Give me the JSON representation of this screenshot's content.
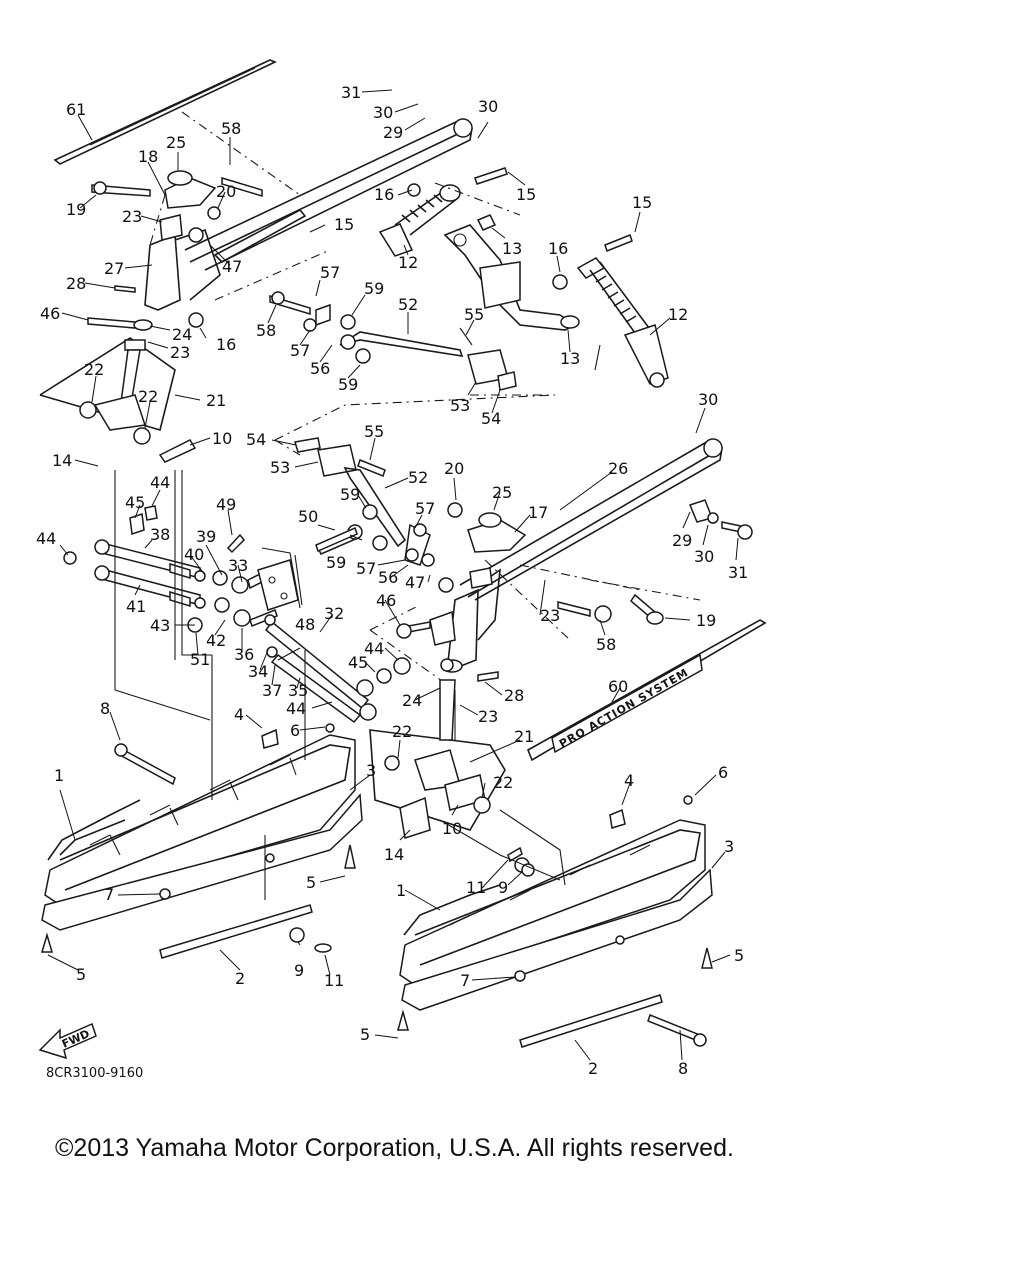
{
  "diagram": {
    "part_code": "8CR3100-9160",
    "fwd_label": "FWD",
    "decal_text": "PRO ACTION SYSTEM",
    "callouts": [
      {
        "id": "c61",
        "text": "61"
      },
      {
        "id": "c31a",
        "text": "31"
      },
      {
        "id": "c30a",
        "text": "30"
      },
      {
        "id": "c30b",
        "text": "30"
      },
      {
        "id": "c29a",
        "text": "29"
      },
      {
        "id": "c58a",
        "text": "58"
      },
      {
        "id": "c25a",
        "text": "25"
      },
      {
        "id": "c18",
        "text": "18"
      },
      {
        "id": "c20a",
        "text": "20"
      },
      {
        "id": "c19a",
        "text": "19"
      },
      {
        "id": "c23a",
        "text": "23"
      },
      {
        "id": "c16a",
        "text": "16"
      },
      {
        "id": "c15a",
        "text": "15"
      },
      {
        "id": "c15b",
        "text": "15"
      },
      {
        "id": "c15c",
        "text": "15"
      },
      {
        "id": "c12a",
        "text": "12"
      },
      {
        "id": "c13a",
        "text": "13"
      },
      {
        "id": "c16b",
        "text": "16"
      },
      {
        "id": "c27",
        "text": "27"
      },
      {
        "id": "c47a",
        "text": "47"
      },
      {
        "id": "c57a",
        "text": "57"
      },
      {
        "id": "c59a",
        "text": "59"
      },
      {
        "id": "c28a",
        "text": "28"
      },
      {
        "id": "c46a",
        "text": "46"
      },
      {
        "id": "c58b",
        "text": "58"
      },
      {
        "id": "c52a",
        "text": "52"
      },
      {
        "id": "c55a",
        "text": "55"
      },
      {
        "id": "c12b",
        "text": "12"
      },
      {
        "id": "c24a",
        "text": "24"
      },
      {
        "id": "c16c",
        "text": "16"
      },
      {
        "id": "c23b",
        "text": "23"
      },
      {
        "id": "c57b",
        "text": "57"
      },
      {
        "id": "c56a",
        "text": "56"
      },
      {
        "id": "c13b",
        "text": "13"
      },
      {
        "id": "c22a",
        "text": "22"
      },
      {
        "id": "c22b",
        "text": "22"
      },
      {
        "id": "c21a",
        "text": "21"
      },
      {
        "id": "c59b",
        "text": "59"
      },
      {
        "id": "c53a",
        "text": "53"
      },
      {
        "id": "c54a",
        "text": "54"
      },
      {
        "id": "c30c",
        "text": "30"
      },
      {
        "id": "c10a",
        "text": "10"
      },
      {
        "id": "c54b",
        "text": "54"
      },
      {
        "id": "c55b",
        "text": "55"
      },
      {
        "id": "c14a",
        "text": "14"
      },
      {
        "id": "c53b",
        "text": "53"
      },
      {
        "id": "c52b",
        "text": "52"
      },
      {
        "id": "c20b",
        "text": "20"
      },
      {
        "id": "c26",
        "text": "26"
      },
      {
        "id": "c44a",
        "text": "44"
      },
      {
        "id": "c25b",
        "text": "25"
      },
      {
        "id": "c59c",
        "text": "59"
      },
      {
        "id": "c45a",
        "text": "45"
      },
      {
        "id": "c49",
        "text": "49"
      },
      {
        "id": "c17",
        "text": "17"
      },
      {
        "id": "c50",
        "text": "50"
      },
      {
        "id": "c57c",
        "text": "57"
      },
      {
        "id": "c29b",
        "text": "29"
      },
      {
        "id": "c44b",
        "text": "44"
      },
      {
        "id": "c38",
        "text": "38"
      },
      {
        "id": "c39",
        "text": "39"
      },
      {
        "id": "c30d",
        "text": "30"
      },
      {
        "id": "c31b",
        "text": "31"
      },
      {
        "id": "c40",
        "text": "40"
      },
      {
        "id": "c59d",
        "text": "59"
      },
      {
        "id": "c57d",
        "text": "57"
      },
      {
        "id": "c56b",
        "text": "56"
      },
      {
        "id": "c33",
        "text": "33"
      },
      {
        "id": "c47b",
        "text": "47"
      },
      {
        "id": "c41",
        "text": "41"
      },
      {
        "id": "c46b",
        "text": "46"
      },
      {
        "id": "c23c",
        "text": "23"
      },
      {
        "id": "c19b",
        "text": "19"
      },
      {
        "id": "c43",
        "text": "43"
      },
      {
        "id": "c42",
        "text": "42"
      },
      {
        "id": "c48",
        "text": "48"
      },
      {
        "id": "c32",
        "text": "32"
      },
      {
        "id": "c58c",
        "text": "58"
      },
      {
        "id": "c51",
        "text": "51"
      },
      {
        "id": "c36",
        "text": "36"
      },
      {
        "id": "c34",
        "text": "34"
      },
      {
        "id": "c44c",
        "text": "44"
      },
      {
        "id": "c45b",
        "text": "45"
      },
      {
        "id": "c37",
        "text": "37"
      },
      {
        "id": "c35",
        "text": "35"
      },
      {
        "id": "c28b",
        "text": "28"
      },
      {
        "id": "c60",
        "text": "60"
      },
      {
        "id": "c24b",
        "text": "24"
      },
      {
        "id": "c8a",
        "text": "8"
      },
      {
        "id": "c44d",
        "text": "44"
      },
      {
        "id": "c23d",
        "text": "23"
      },
      {
        "id": "c4a",
        "text": "4"
      },
      {
        "id": "c6a",
        "text": "6"
      },
      {
        "id": "c22c",
        "text": "22"
      },
      {
        "id": "c21b",
        "text": "21"
      },
      {
        "id": "c1a",
        "text": "1"
      },
      {
        "id": "c3a",
        "text": "3"
      },
      {
        "id": "c22d",
        "text": "22"
      },
      {
        "id": "c4b",
        "text": "4"
      },
      {
        "id": "c6b",
        "text": "6"
      },
      {
        "id": "c10b",
        "text": "10"
      },
      {
        "id": "c14b",
        "text": "14"
      },
      {
        "id": "c3b",
        "text": "3"
      },
      {
        "id": "c5a",
        "text": "5"
      },
      {
        "id": "c11a",
        "text": "11"
      },
      {
        "id": "c9a",
        "text": "9"
      },
      {
        "id": "c7a",
        "text": "7"
      },
      {
        "id": "c1b",
        "text": "1"
      },
      {
        "id": "c5b",
        "text": "5"
      },
      {
        "id": "c9b",
        "text": "9"
      },
      {
        "id": "c11b",
        "text": "11"
      },
      {
        "id": "c2a",
        "text": "2"
      },
      {
        "id": "c5c",
        "text": "5"
      },
      {
        "id": "c7b",
        "text": "7"
      },
      {
        "id": "c5d",
        "text": "5"
      },
      {
        "id": "c2b",
        "text": "2"
      },
      {
        "id": "c8b",
        "text": "8"
      }
    ]
  },
  "footer": {
    "copyright": "©2013 Yamaha Motor Corporation, U.S.A. All rights reserved."
  }
}
